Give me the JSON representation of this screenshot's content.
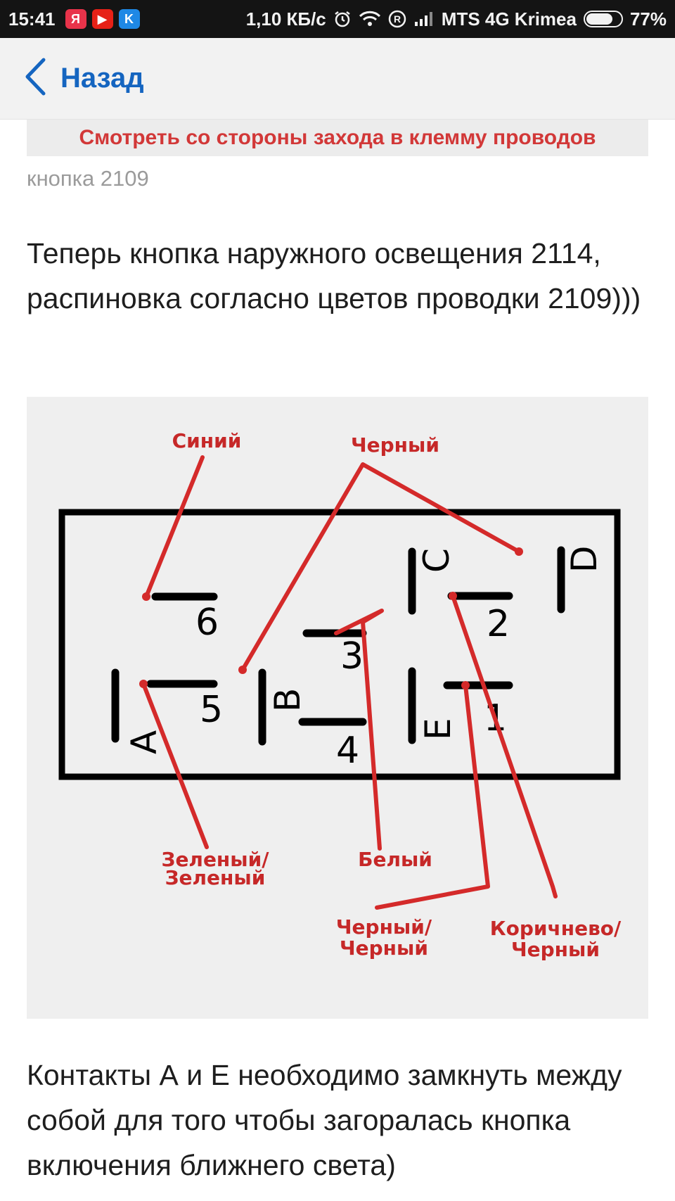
{
  "status_bar": {
    "time": "15:41",
    "app_badges": [
      "Я",
      "▶",
      "K"
    ],
    "speed": "1,10 КБ/с",
    "carrier": "MTS 4G Krimea",
    "battery": "77%",
    "battery_level": 0.77
  },
  "nav": {
    "back_label": "Назад"
  },
  "article": {
    "top_image_text": "Смотреть со стороны захода в клемму проводов",
    "image_caption": "кнопка 2109",
    "paragraph_1": "Теперь кнопка наружного освещения 2114, распиновка согласно цветов проводки 2109)))",
    "paragraph_2": "Контакты А и Е необходимо замкнуть между собой для того чтобы загоралась кнопка включения ближнего света)"
  },
  "diagram": {
    "wire_labels": {
      "blue": "Синий",
      "black_top": "Черный",
      "green_1": "Зеленый/",
      "green_2": "Зеленый",
      "white": "Белый",
      "black_black_1": "Черный/",
      "black_black_2": "Черный",
      "brown_black_1": "Коричнево/",
      "brown_black_2": "Черный"
    },
    "pin_numbers": [
      "6",
      "5",
      "3",
      "4",
      "2",
      "1"
    ],
    "pin_letters": [
      "A",
      "B",
      "C",
      "D",
      "E"
    ],
    "colors": {
      "wire": "#d42a2a",
      "outline": "#000000",
      "label": "#c62828"
    }
  }
}
